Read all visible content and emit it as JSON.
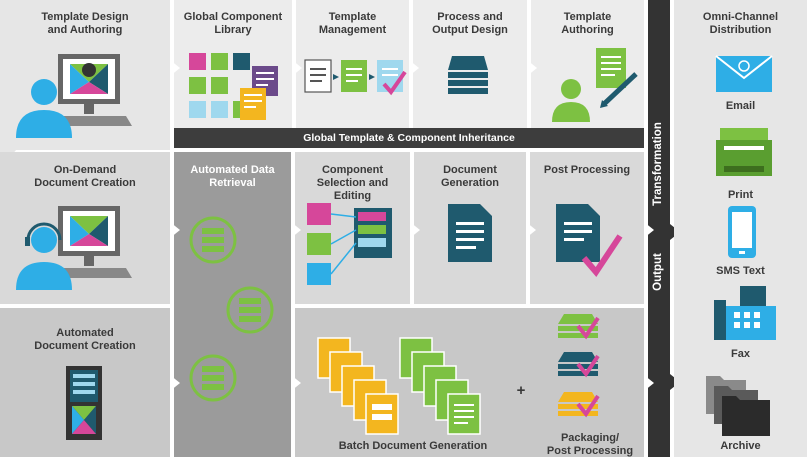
{
  "rows": {
    "authoring": {
      "template_design": "Template Design\nand Authoring",
      "global_component_library": "Global Component\nLibrary",
      "template_management": "Template\nManagement",
      "process_output_design": "Process and\nOutput Design",
      "template_authoring": "Template\nAuthoring"
    },
    "inheritance_bar": "Global Template & Component Inheritance",
    "on_demand": {
      "title": "On-Demand\nDocument Creation",
      "automated_data_retrieval": "Automated Data\nRetrieval",
      "component_selection": "Component\nSelection and\nEditing",
      "document_generation": "Document\nGeneration",
      "post_processing": "Post Processing"
    },
    "automated": {
      "title": "Automated\nDocument Creation",
      "batch_generation": "Batch Document Generation",
      "plus": "+",
      "packaging": "Packaging/\nPost Processing"
    }
  },
  "column_labels": {
    "transformation": "Transformation",
    "output": "Output"
  },
  "distribution": {
    "title": "Omni-Channel\nDistribution",
    "channels": [
      "Email",
      "Print",
      "SMS Text",
      "Fax",
      "Archive"
    ]
  },
  "colors": {
    "panel_light": "#ececec",
    "panel_mid": "#d9d9d9",
    "panel_dark": "#9a9a9a",
    "bar_dark": "#333333",
    "teal_dark": "#1f5a6e",
    "sky_blue": "#2eaee6",
    "green": "#7dc142",
    "magenta": "#d6479a",
    "orange": "#f3b61f",
    "purple": "#6b4a8a"
  },
  "icons": [
    "desktop-monitor-icon",
    "user-icon",
    "headset-user-icon",
    "server-rack-icon",
    "component-tiles-icon",
    "document-flow-icon",
    "paper-stack-icon",
    "document-pen-icon",
    "database-icon",
    "document-icon",
    "document-check-icon",
    "document-batch-icon",
    "package-stack-icon",
    "envelope-icon",
    "printer-icon",
    "phone-icon",
    "fax-icon",
    "folder-archive-icon"
  ]
}
